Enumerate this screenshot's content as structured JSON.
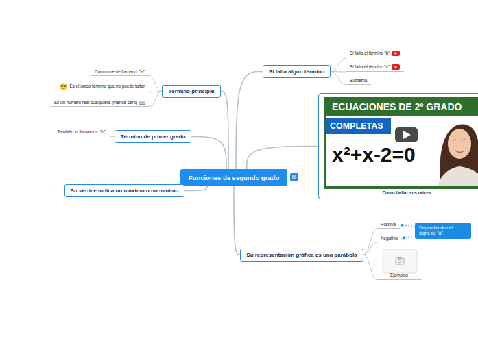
{
  "diagram": {
    "nodes": [
      {
        "text": [
          "Funciones de segundo grado"
        ]
      },
      {
        "text": [
          "Término principal"
        ]
      },
      {
        "text": [
          "Comunmente llamado: \"a\""
        ]
      },
      {
        "text": [
          "Es el único término que no puede faltar"
        ]
      },
      {
        "text": [
          "Es un número real cualquiera (menos cero)"
        ]
      },
      {
        "text": [
          "Término de primer grado"
        ]
      },
      {
        "text": [
          "También lo llamamos: \"b\""
        ]
      },
      {
        "text": [
          "Su vértice indica un máximo o un mínimo"
        ]
      },
      {
        "text": [
          "Si falta algún término"
        ]
      },
      {
        "text": [
          "Si falta el término \"b\""
        ]
      },
      {
        "text": [
          "Si falta el término \"c\""
        ]
      },
      {
        "text": [
          "Subtema"
        ]
      },
      {
        "text": [
          "Cómo hallar sus raíces"
        ]
      },
      {
        "text": [
          "Su representación gráfica es una parábola"
        ]
      },
      {
        "text": [
          "Positiva"
        ]
      },
      {
        "text": [
          "Negativa"
        ]
      },
      {
        "text": [
          "Ejemplos"
        ]
      },
      {
        "text": [
          "Dependiendo del signo de \"a\""
        ]
      }
    ],
    "edges": [
      {
        "from": 0,
        "to": 1,
        "arrow": "none"
      },
      {
        "from": 1,
        "to": 2,
        "arrow": "none"
      },
      {
        "from": 1,
        "to": 3,
        "arrow": "none"
      },
      {
        "from": 1,
        "to": 4,
        "arrow": "none"
      },
      {
        "from": 0,
        "to": 5,
        "arrow": "none"
      },
      {
        "from": 5,
        "to": 6,
        "arrow": "none"
      },
      {
        "from": 0,
        "to": 7,
        "arrow": "none"
      },
      {
        "from": 0,
        "to": 8,
        "arrow": "none"
      },
      {
        "from": 8,
        "to": 9,
        "arrow": "none"
      },
      {
        "from": 8,
        "to": 10,
        "arrow": "none"
      },
      {
        "from": 8,
        "to": 11,
        "arrow": "none"
      },
      {
        "from": 0,
        "to": 12,
        "arrow": "none"
      },
      {
        "from": 0,
        "to": 13,
        "arrow": "none"
      },
      {
        "from": 13,
        "to": 14,
        "arrow": "none"
      },
      {
        "from": 13,
        "to": 15,
        "arrow": "none"
      },
      {
        "from": 13,
        "to": 16,
        "arrow": "none"
      },
      {
        "from": 17,
        "to": 14,
        "arrow": "to"
      },
      {
        "from": 17,
        "to": 15,
        "arrow": "to"
      }
    ],
    "labels": [
      "ECUACIONES DE 2º GRADO",
      "COMPLETAS",
      "x²+x-2=0"
    ]
  }
}
